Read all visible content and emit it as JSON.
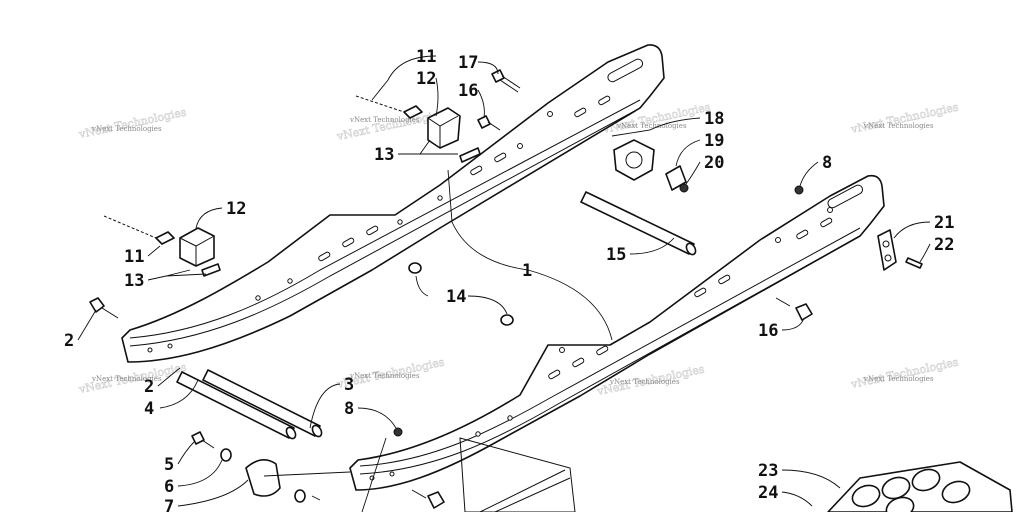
{
  "watermark": "vNext Technologies",
  "callouts": [
    {
      "id": "c11a",
      "text": "11"
    },
    {
      "id": "c12a",
      "text": "12"
    },
    {
      "id": "c13a",
      "text": "13"
    },
    {
      "id": "c17",
      "text": "17"
    },
    {
      "id": "c16a",
      "text": "16"
    },
    {
      "id": "c18",
      "text": "18"
    },
    {
      "id": "c19",
      "text": "19"
    },
    {
      "id": "c20",
      "text": "20"
    },
    {
      "id": "c8a",
      "text": "8"
    },
    {
      "id": "c21",
      "text": "21"
    },
    {
      "id": "c22",
      "text": "22"
    },
    {
      "id": "c12b",
      "text": "12"
    },
    {
      "id": "c11b",
      "text": "11"
    },
    {
      "id": "c13b",
      "text": "13"
    },
    {
      "id": "c15",
      "text": "15"
    },
    {
      "id": "c1",
      "text": "1"
    },
    {
      "id": "c14",
      "text": "14"
    },
    {
      "id": "c2a",
      "text": "2"
    },
    {
      "id": "c16b",
      "text": "16"
    },
    {
      "id": "c2b",
      "text": "2"
    },
    {
      "id": "c3",
      "text": "3"
    },
    {
      "id": "c4",
      "text": "4"
    },
    {
      "id": "c8b",
      "text": "8"
    },
    {
      "id": "c5",
      "text": "5"
    },
    {
      "id": "c6",
      "text": "6"
    },
    {
      "id": "c7",
      "text": "7"
    },
    {
      "id": "c23",
      "text": "23"
    },
    {
      "id": "c24",
      "text": "24"
    }
  ]
}
